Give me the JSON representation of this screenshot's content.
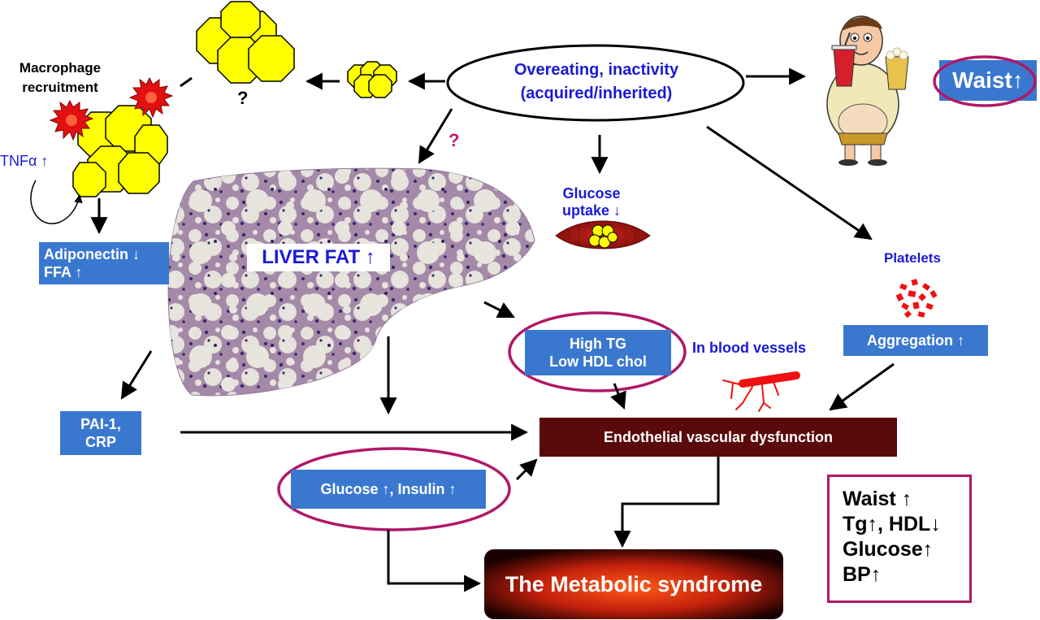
{
  "diagram": {
    "center_text": {
      "line1": "Overeating, inactivity",
      "line2": "(acquired/inherited)"
    },
    "macrophage_label": {
      "line1": "Macrophage",
      "line2": "recruitment"
    },
    "question_mark_adipose": "?",
    "question_mark_liver": "?",
    "tnf_label": "TNFα ↑",
    "adiponectin_box": {
      "line1": "Adiponectin ↓",
      "line2": "FFA ↑"
    },
    "liver_label": "LIVER FAT ↑",
    "glucose_uptake_label": {
      "line1": "Glucose",
      "line2": "uptake ↓"
    },
    "waist_badge": "Waist↑",
    "platelets_label": "Platelets",
    "aggregation_box": "Aggregation ↑",
    "in_blood_vessels_label": "In blood vessels",
    "tg_hdl_box": {
      "line1": "High TG",
      "line2": "Low HDL chol"
    },
    "pai_box": {
      "line1": "PAI-1,",
      "line2": "CRP"
    },
    "endothelial_box": "Endothelial vascular dysfunction",
    "glucose_insulin_box": "Glucose ↑, Insulin ↑",
    "metabolic_syndrome_box": "The Metabolic syndrome",
    "summary_box": [
      "Waist ↑",
      "Tg↑, HDL↓",
      "Glucose↑",
      "BP↑"
    ]
  },
  "colors": {
    "box_blue": "#3a78d0",
    "text_blue": "#1a1ad6",
    "ellipse_magenta": "#b01868",
    "adipocyte_yellow": "#ffff00",
    "endothelial_brown": "#5a0a0a",
    "platelet_red": "#ee1111"
  },
  "icons": [
    "adipocyte-cluster-icon",
    "macrophage-icon",
    "cartoon-man-icon",
    "liver-histology-icon",
    "muscle-icon",
    "platelets-icon",
    "blood-vessel-icon"
  ]
}
